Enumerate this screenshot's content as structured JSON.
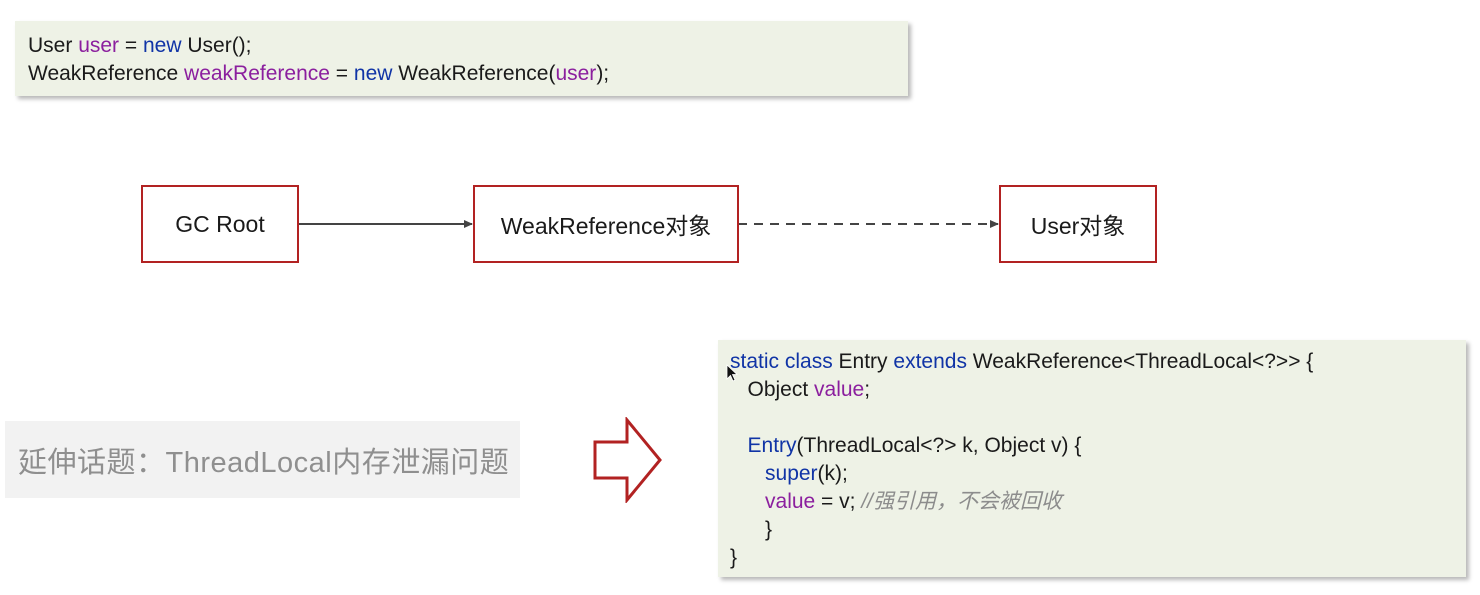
{
  "code_top": {
    "line1": [
      {
        "t": "User ",
        "c": "plain"
      },
      {
        "t": "user",
        "c": "var"
      },
      {
        "t": " = ",
        "c": "plain"
      },
      {
        "t": "new",
        "c": "kw"
      },
      {
        "t": " User();",
        "c": "plain"
      }
    ],
    "line2": [
      {
        "t": "WeakReference ",
        "c": "plain"
      },
      {
        "t": "weakReference",
        "c": "var"
      },
      {
        "t": " = ",
        "c": "plain"
      },
      {
        "t": "new",
        "c": "kw"
      },
      {
        "t": " WeakReference(",
        "c": "plain"
      },
      {
        "t": "user",
        "c": "var"
      },
      {
        "t": ");",
        "c": "plain"
      }
    ]
  },
  "diagram": {
    "nodes": {
      "gc_root": "GC Root",
      "weak_ref": "WeakReference对象",
      "user_obj": "User对象"
    },
    "edges": [
      {
        "from": "gc_root",
        "to": "weak_ref",
        "style": "solid"
      },
      {
        "from": "weak_ref",
        "to": "user_obj",
        "style": "dashed"
      }
    ]
  },
  "topic": {
    "label": "延伸话题：ThreadLocal内存泄漏问题"
  },
  "code_bottom": {
    "lines": [
      [
        {
          "t": "static class",
          "c": "kw"
        },
        {
          "t": " Entry ",
          "c": "plain"
        },
        {
          "t": "extends",
          "c": "kw"
        },
        {
          "t": " WeakReference<ThreadLocal<?>> {",
          "c": "plain"
        }
      ],
      [
        {
          "t": "   Object ",
          "c": "plain"
        },
        {
          "t": "value",
          "c": "var"
        },
        {
          "t": ";",
          "c": "plain"
        }
      ],
      [],
      [
        {
          "t": "   ",
          "c": "plain"
        },
        {
          "t": "Entry",
          "c": "kw"
        },
        {
          "t": "(ThreadLocal<?> k, Object v) {",
          "c": "plain"
        }
      ],
      [
        {
          "t": "      ",
          "c": "plain"
        },
        {
          "t": "super",
          "c": "kw"
        },
        {
          "t": "(k);",
          "c": "plain"
        }
      ],
      [
        {
          "t": "      ",
          "c": "plain"
        },
        {
          "t": "value",
          "c": "var"
        },
        {
          "t": " = v; ",
          "c": "plain"
        },
        {
          "t": "//强引用，不会被回收",
          "c": "cmt"
        }
      ],
      [
        {
          "t": "      }",
          "c": "plain"
        }
      ],
      [
        {
          "t": "}",
          "c": "plain"
        }
      ]
    ]
  },
  "colors": {
    "keyword": "#1034a6",
    "variable": "#8b1f9e",
    "comment": "#8c8c8c",
    "node_border": "#b22222",
    "code_bg": "#eef2e6"
  },
  "icons": {
    "arrow": "hollow-right-arrow-icon",
    "cursor": "mouse-cursor-icon"
  }
}
